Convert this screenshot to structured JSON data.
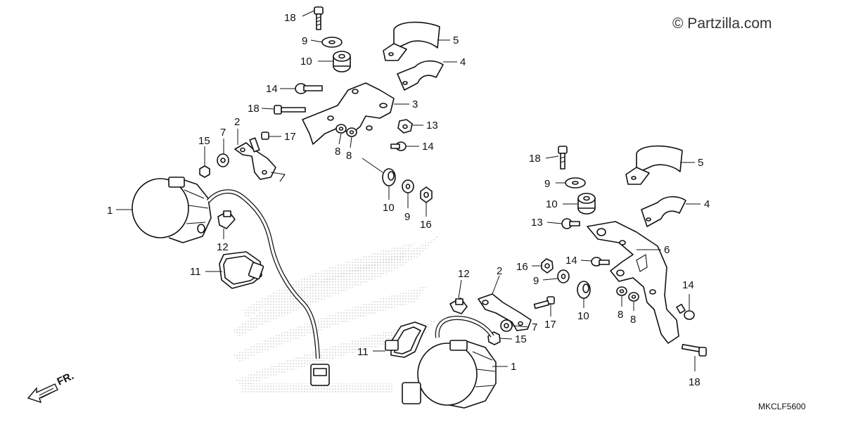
{
  "watermark": {
    "copyright": "© Partzilla.com"
  },
  "diagram_code": "MKCLF5600",
  "front_indicator": "FR.",
  "callouts": {
    "left": {
      "bolt_top": "18",
      "washer_top": "9",
      "grommet_top": "10",
      "bolt_14": "14",
      "bolt_18b": "18",
      "clamp_upper": "5",
      "clamp_lower": "4",
      "bracket": "3",
      "nut_13": "13",
      "screw_14b": "14",
      "collar_8a": "8",
      "collar_8b": "8",
      "stay": "2",
      "bolt_17": "17",
      "collar_7": "7",
      "nut_15": "15",
      "grommet_10b": "10",
      "washer_9b": "9",
      "nut_16": "16",
      "lamp": "1",
      "connector": "12",
      "band": "11"
    },
    "right": {
      "bolt_top": "18",
      "washer_top": "9",
      "grommet_top": "10",
      "clamp_upper": "5",
      "clamp_lower": "4",
      "screw_13": "13",
      "bracket": "6",
      "nut_16": "16",
      "bolt_14": "14",
      "washer_9": "9",
      "grommet_10": "10",
      "collar_8a": "8",
      "collar_8b": "8",
      "bolt_14b": "14",
      "bolt_18": "18",
      "connector": "12",
      "stay": "2",
      "bolt_17": "17",
      "collar_7": "7",
      "nut_15": "15",
      "band": "11",
      "lamp": "1"
    }
  }
}
